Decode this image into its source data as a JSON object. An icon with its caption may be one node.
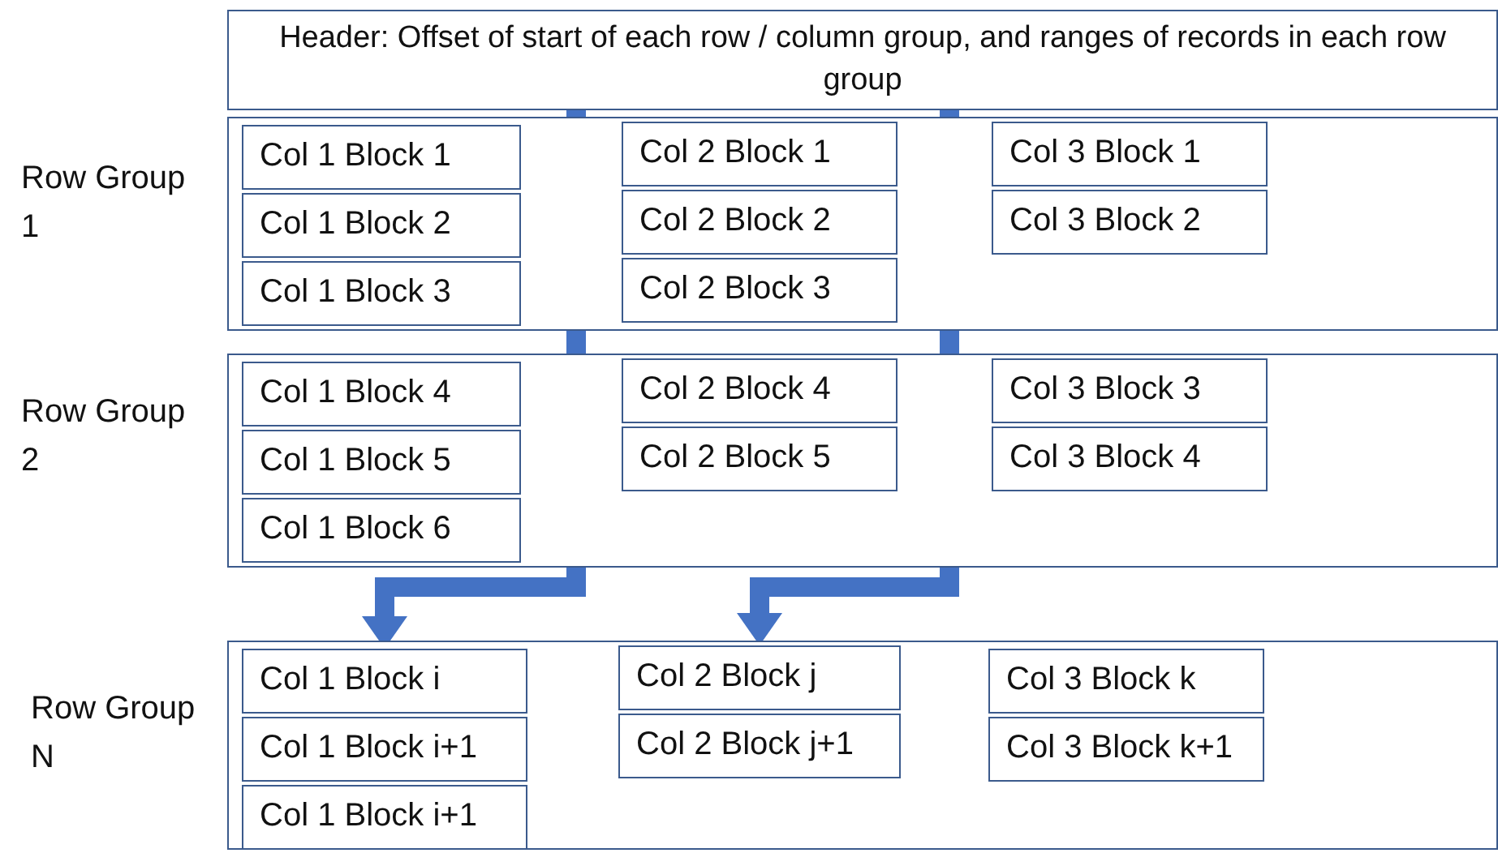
{
  "diagram": {
    "nodes": [
      {
        "text": [
          "Header:  Offset of start of each row / column group, and ranges of records in each row group"
        ]
      },
      {
        "text": [
          "Row Group 1"
        ]
      },
      {
        "text": [
          "Col 1 Block 1"
        ],
        "in": 1
      },
      {
        "text": [
          "Col 1 Block 2"
        ],
        "in": 1
      },
      {
        "text": [
          "Col 1 Block 3"
        ],
        "in": 1
      },
      {
        "text": [
          "Col 2 Block 1"
        ],
        "in": 1
      },
      {
        "text": [
          "Col 2 Block 2"
        ],
        "in": 1
      },
      {
        "text": [
          "Col 2 Block 3"
        ],
        "in": 1
      },
      {
        "text": [
          "Col 3 Block 1"
        ],
        "in": 1
      },
      {
        "text": [
          "Col 3 Block 2"
        ],
        "in": 1
      },
      {
        "text": [
          "Row Group 2"
        ]
      },
      {
        "text": [
          "Col 1 Block 4"
        ],
        "in": 10
      },
      {
        "text": [
          "Col 1 Block 5"
        ],
        "in": 10
      },
      {
        "text": [
          "Col 1 Block 6"
        ],
        "in": 10
      },
      {
        "text": [
          "Col 2 Block 4"
        ],
        "in": 10
      },
      {
        "text": [
          "Col 2 Block 5"
        ],
        "in": 10
      },
      {
        "text": [
          "Col 3 Block 3"
        ],
        "in": 10
      },
      {
        "text": [
          "Col 3 Block 4"
        ],
        "in": 10
      },
      {
        "text": [
          "Row Group N"
        ]
      },
      {
        "text": [
          "Col 1 Block i"
        ],
        "in": 18
      },
      {
        "text": [
          "Col 1 Block i+1"
        ],
        "in": 18
      },
      {
        "text": [
          "Col 1 Block i+1"
        ],
        "in": 18
      },
      {
        "text": [
          "Col 2 Block j"
        ],
        "in": 18
      },
      {
        "text": [
          "Col 2 Block j+1"
        ],
        "in": 18
      },
      {
        "text": [
          "Col 3 Block k"
        ],
        "in": 18
      },
      {
        "text": [
          "Col 3 Block k+1"
        ],
        "in": 18
      }
    ],
    "edges": [
      {
        "from": 0,
        "to": 19,
        "arrow": "to"
      },
      {
        "from": 0,
        "to": 22,
        "arrow": "to"
      }
    ]
  }
}
